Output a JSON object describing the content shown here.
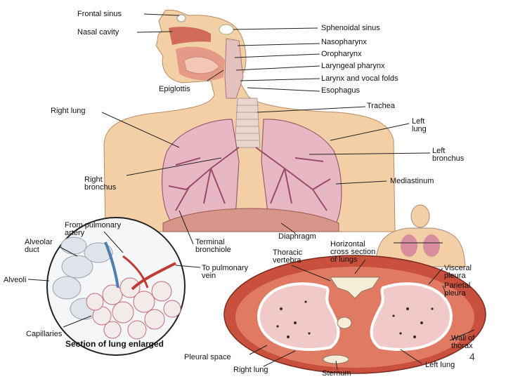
{
  "labels": {
    "frontal_sinus": "Frontal sinus",
    "nasal_cavity": "Nasal cavity",
    "sphenoidal_sinus": "Sphenoidal sinus",
    "nasopharynx": "Nasopharynx",
    "oropharynx": "Oropharynx",
    "laryngeal_pharynx": "Laryngeal pharynx",
    "larynx_vocal_folds": "Larynx and vocal folds",
    "epiglottis": "Epiglottis",
    "esophagus": "Esophagus",
    "trachea": "Trachea",
    "right_lung": "Right lung",
    "left_lung_1": "Left",
    "left_lung_2": "lung",
    "left_bronchus_1": "Left",
    "left_bronchus_2": "bronchus",
    "right_bronchus_1": "Right",
    "right_bronchus_2": "bronchus",
    "mediastinum": "Mediastinum",
    "from_pulmonary_1": "From pulmonary",
    "from_pulmonary_2": "artery",
    "alveolar_duct_1": "Alveolar",
    "alveolar_duct_2": "duct",
    "terminal_bronchiole_1": "Terminal",
    "terminal_bronchiole_2": "bronchiole",
    "diaphragm": "Diaphragm",
    "to_pulmonary_1": "To pulmonary",
    "to_pulmonary_2": "vein",
    "alveoli": "Alveoli",
    "capillaries": "Capillaries",
    "section_caption": "Section of lung enlarged",
    "thoracic_vertebra_1": "Thoracic",
    "thoracic_vertebra_2": "vertebra",
    "horizontal_section_1": "Horizontal",
    "horizontal_section_2": "cross section",
    "horizontal_section_3": "of lungs",
    "visceral_pleura_1": "Visceral",
    "visceral_pleura_2": "pleura",
    "parietal_pleura_1": "Parietal",
    "parietal_pleura_2": "pleura",
    "wall_thorax_1": "Wall of",
    "wall_thorax_2": "thorax",
    "pleural_space": "Pleural space",
    "right_lung_bottom": "Right lung",
    "sternum": "Sternum",
    "left_lung_bottom": "Left lung"
  },
  "page_number": "4",
  "colors": {
    "skin": "#f3cfa6",
    "lung": "#e7b8c4",
    "lung_dark": "#b5607e",
    "trachea": "#e9d7cf",
    "diaphragm": "#d8958a",
    "section_wall": "#c8503d",
    "section_inner": "#f2c9c9",
    "line": "#222222"
  }
}
